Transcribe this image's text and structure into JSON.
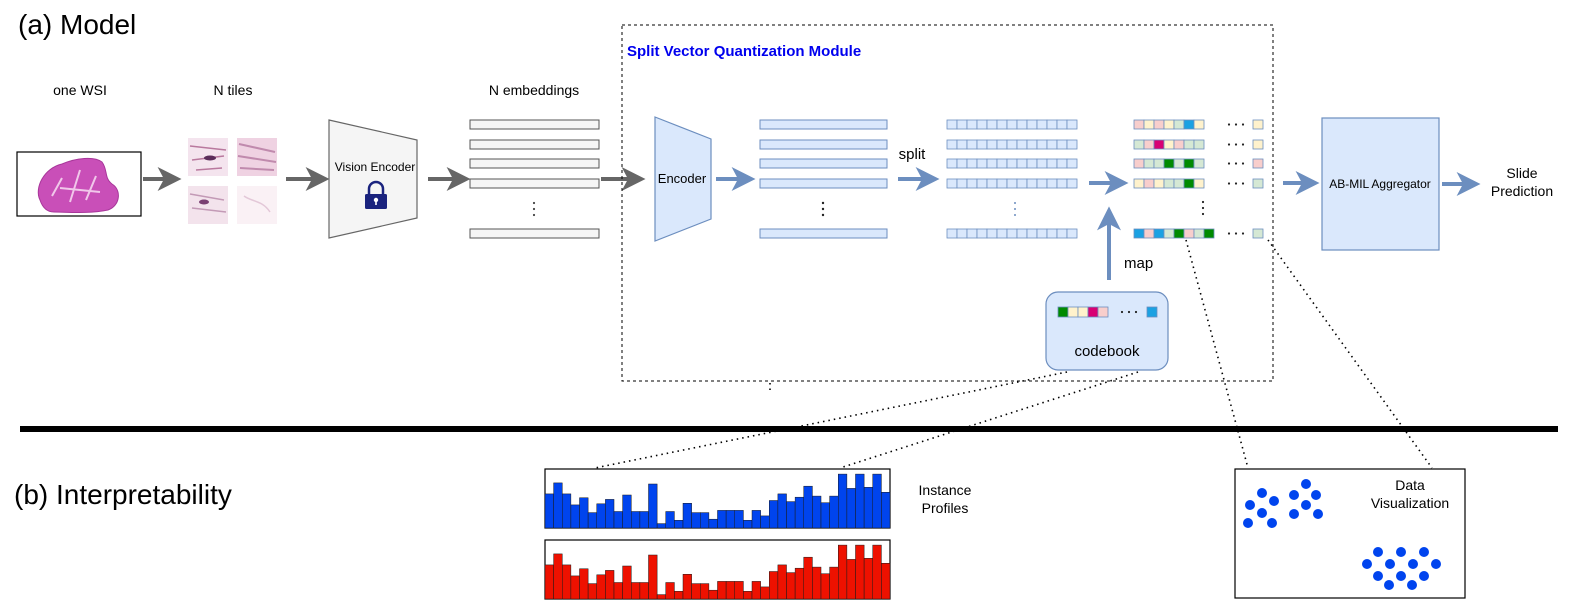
{
  "section_a": {
    "title": "(a) Model"
  },
  "section_b": {
    "title": "(b) Interpretability"
  },
  "labels": {
    "one_wsi": "one WSI",
    "n_tiles": "N tiles",
    "vision_encoder": "Vision Encoder",
    "n_embeddings": "N embeddings",
    "module_title": "Split Vector Quantization Module",
    "encoder": "Encoder",
    "split": "split",
    "map": "map",
    "codebook": "codebook",
    "aggregator": "AB-MIL Aggregator",
    "slide_prediction_line1": "Slide",
    "slide_prediction_line2": "Prediction",
    "instance_profiles_line1": "Instance",
    "instance_profiles_line2": "Profiles",
    "data_visualization_line1": "Data",
    "data_visualization_line2": "Visualization"
  },
  "colors": {
    "module_title": "#0000ee",
    "light_blue_fill": "#dae8fc",
    "blue_stroke": "#6c8ebf",
    "arrow_gray": "#666666",
    "arrow_blue": "#6c8ebf",
    "profile_blue": "#0044ee",
    "profile_red": "#ee1100",
    "scatter_dot": "#0044ee",
    "lock_icon": "#1a237e",
    "tissue": "#c94fb8"
  },
  "quantized_rows": [
    [
      "#f8cecc",
      "#fff2cc",
      "#f8cecc",
      "#fff2cc",
      "#d5e8d4",
      "#1ba1e2",
      "#fff2cc"
    ],
    [
      "#d5e8d4",
      "#f8cecc",
      "#d80073",
      "#fff2cc",
      "#f8cecc",
      "#d5e8d4",
      "#d5e8d4"
    ],
    [
      "#f8cecc",
      "#d5e8d4",
      "#d5e8d4",
      "#008a00",
      "#d5e8d4",
      "#008a00",
      "#d5e8d4"
    ],
    [
      "#fff2cc",
      "#f8cecc",
      "#fff2cc",
      "#d5e8d4",
      "#d5e8d4",
      "#008a00",
      "#fff2cc"
    ],
    [
      "#1ba1e2",
      "#f8cecc",
      "#1ba1e2",
      "#d5e8d4",
      "#008a00",
      "#f8cecc",
      "#d5e8d4",
      "#008a00"
    ]
  ],
  "quantized_row_tail": [
    "#fff2cc",
    "#fff2cc",
    "#f8cecc",
    "#d5e8d4",
    "#d5e8d4"
  ],
  "codebook_cells": [
    "#008a00",
    "#fff2cc",
    "#fff2cc",
    "#d80073",
    "#f8cecc"
  ],
  "codebook_tail": "#1ba1e2",
  "profile_values": [
    0.62,
    0.82,
    0.62,
    0.42,
    0.55,
    0.28,
    0.44,
    0.52,
    0.3,
    0.6,
    0.3,
    0.3,
    0.8,
    0.08,
    0.3,
    0.14,
    0.45,
    0.28,
    0.28,
    0.16,
    0.32,
    0.32,
    0.32,
    0.14,
    0.32,
    0.22,
    0.5,
    0.62,
    0.48,
    0.56,
    0.76,
    0.58,
    0.46,
    0.58,
    0.98,
    0.72,
    0.98,
    0.74,
    0.98,
    0.65
  ]
}
